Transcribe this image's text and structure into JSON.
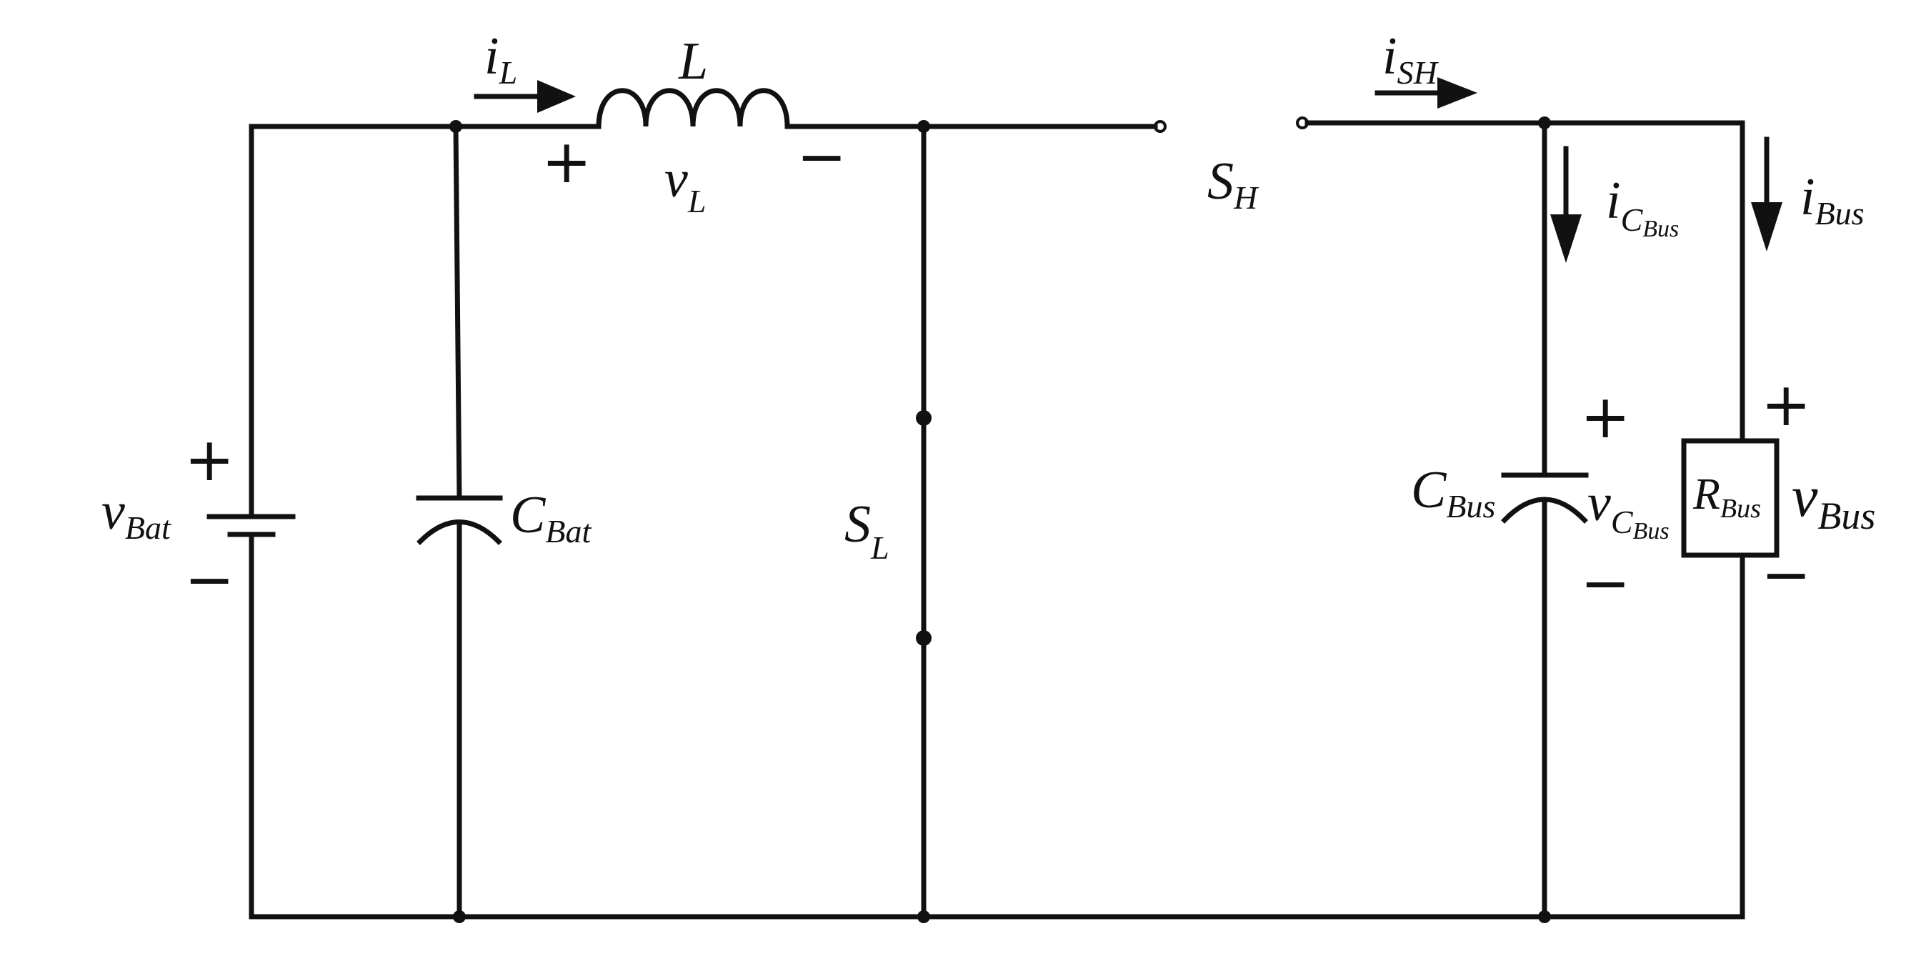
{
  "diagram": {
    "inductor": {
      "name": "L",
      "current": "i",
      "current_sub": "L",
      "voltage": "v",
      "voltage_sub": "L",
      "plus": "+",
      "minus": "−"
    },
    "battery": {
      "voltage": "v",
      "voltage_sub": "Bat",
      "plus": "+",
      "minus": "−"
    },
    "battery_capacitor": {
      "name": "C",
      "name_sub": "Bat"
    },
    "low_switch": {
      "name": "S",
      "name_sub": "L"
    },
    "high_switch": {
      "name": "S",
      "name_sub": "H",
      "current": "i",
      "current_sub": "SH"
    },
    "bus_capacitor": {
      "name": "C",
      "name_sub": "Bus",
      "current": "i",
      "current_sub": "C",
      "current_subsub": "Bus",
      "voltage": "v",
      "voltage_sub": "C",
      "voltage_subsub": "Bus",
      "plus": "+",
      "minus": "−"
    },
    "bus_resistor": {
      "name": "R",
      "name_sub": "Bus",
      "current": "i",
      "current_sub": "Bus",
      "voltage": "v",
      "voltage_sub": "Bus",
      "plus": "+",
      "minus": "−"
    }
  }
}
